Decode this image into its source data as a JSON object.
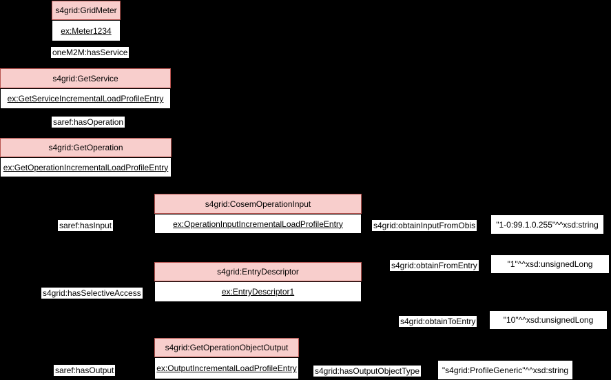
{
  "diagram": {
    "kind": "rdf-ontology-instance-diagram",
    "colors": {
      "background": "#000000",
      "class_header_fill": "#f8cecc",
      "class_header_stroke": "#b85450",
      "instance_fill": "#ffffff",
      "instance_stroke": "#000000",
      "literal_fill": "#ffffff",
      "literal_stroke": "#000000",
      "text": "#000000"
    },
    "nodes": [
      {
        "class_label": "s4grid:GridMeter",
        "instance_label": "ex:Meter1234"
      },
      {
        "class_label": "s4grid:GetService",
        "instance_label": "ex:GetServiceIncrementalLoadProfileEntry"
      },
      {
        "class_label": "s4grid:GetOperation",
        "instance_label": "ex:GetOperationIncrementalLoadProfileEntry"
      },
      {
        "class_label": "s4grid:CosemOperationInput",
        "instance_label": "ex:OperationInputIncrementalLoadProfileEntry"
      },
      {
        "class_label": "s4grid:EntryDescriptor",
        "instance_label": "ex:EntryDescriptor1"
      },
      {
        "class_label": "s4grid:GetOperationObjectOutput",
        "instance_label": "ex:OutputIncrementalLoadProfileEntry"
      }
    ],
    "edge_labels": [
      {
        "label": "oneM2M:hasService"
      },
      {
        "label": "saref:hasOperation"
      },
      {
        "label": "saref:hasInput"
      },
      {
        "label": "s4grid:obtainInputFromObis"
      },
      {
        "label": "s4grid:obtainFromEntry"
      },
      {
        "label": "s4grid:hasSelectiveAccess"
      },
      {
        "label": "s4grid:obtainToEntry"
      },
      {
        "label": "saref:hasOutput"
      },
      {
        "label": "s4grid:hasOutputObjectType"
      }
    ],
    "literals": [
      {
        "value": "\"1-0:99.1.0.255\"^^xsd:string"
      },
      {
        "value": "\"1\"^^xsd:unsignedLong"
      },
      {
        "value": "\"10\"^^xsd:unsignedLong"
      },
      {
        "value": "\"s4grid:ProfileGeneric\"^^xsd:string"
      }
    ]
  }
}
